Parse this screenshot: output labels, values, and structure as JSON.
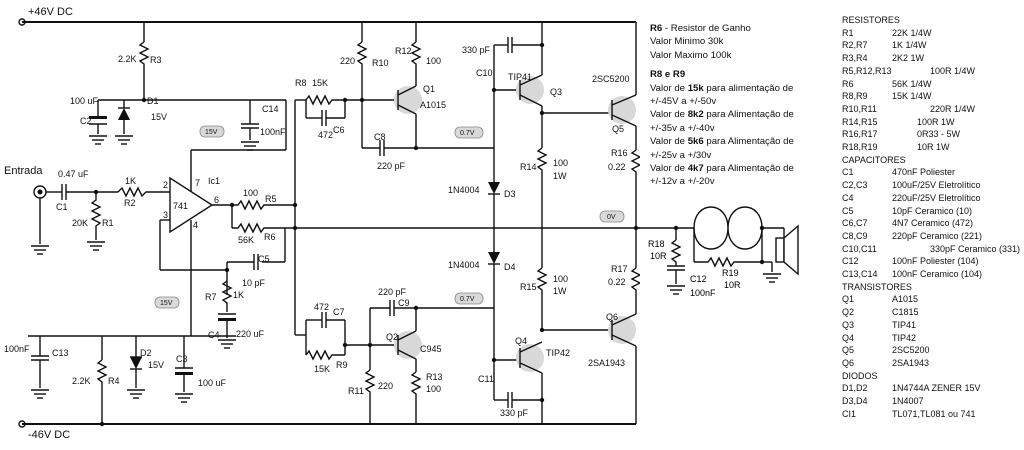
{
  "rails": {
    "pos": "+46V DC",
    "neg": "-46V DC"
  },
  "input_label": "Entrada",
  "badges": {
    "v15a": "15V",
    "v15b": "15V",
    "v07a": "0.7V",
    "v07b": "0.7V",
    "v0": "0V"
  },
  "labels": {
    "R1": "R1",
    "R1v": "20K",
    "C1": "C1",
    "C1v": "0.47 uF",
    "R2": "R2",
    "R2v": "1K",
    "C2": "C2",
    "C2v": "100 uF",
    "D1": "D1",
    "D1v": "15V",
    "R3": "R3",
    "R3v": "2.2K",
    "C14": "C14",
    "C14v": "100nF",
    "ic": "Ic1",
    "icv": "741",
    "p2": "2",
    "p3": "3",
    "p4": "4",
    "p6": "6",
    "p7": "7",
    "R5": "R5",
    "R5v": "100",
    "R6": "R6",
    "R6v": "56K",
    "C5": "C5",
    "C5v": "10 pF",
    "R7": "R7",
    "R7v": "1K",
    "C4": "C4",
    "C4v": "220 uF",
    "C13": "C13",
    "C13v": "100nF",
    "R4": "R4",
    "R4v": "2.2K",
    "D2": "D2",
    "D2v": "15V",
    "C3": "C3",
    "C3v": "100 uF",
    "R8": "R8",
    "R8v": "15K",
    "C6": "C6",
    "C6v": "472",
    "R10": "R10",
    "R10v": "220",
    "R12": "R12",
    "R12v": "100",
    "Q1": "Q1",
    "Q1v": "A1015",
    "C8": "C8",
    "C8v": "220 pF",
    "C7": "C7",
    "C7v": "472",
    "R9": "R9",
    "R9v": "15K",
    "C9": "C9",
    "C9v": "220 pF",
    "Q2": "Q2",
    "Q2v": "C945",
    "R11": "R11",
    "R11v": "220",
    "R13": "R13",
    "R13v": "100",
    "C10": "C10",
    "C10v": "330 pF",
    "Q3": "Q3",
    "Q3v": "TIP41",
    "D3": "D3",
    "D3v": "1N4004",
    "D4": "D4",
    "D4v": "1N4004",
    "R14": "R14",
    "R14v": "100",
    "R14w": "1W",
    "R15": "R15",
    "R15v": "100",
    "R15w": "1W",
    "Q4": "Q4",
    "Q4v": "TIP42",
    "C11": "C11",
    "C11v": "330 pF",
    "Q5": "Q5",
    "Q5v": "2SC5200",
    "Q6": "Q6",
    "Q6v": "2SA1943",
    "R16": "R16",
    "R16v": "0.22",
    "R17": "R17",
    "R17v": "0.22",
    "R18": "R18",
    "R18v": "10R",
    "C12": "C12",
    "C12v": "100nF",
    "R19": "R19",
    "R19v": "10R"
  },
  "notes": {
    "r6_head": "R6",
    "r6_tail": " - Resistor de Ganho",
    "r6_min": "Valor Minimo 30k",
    "r6_max": "Valor Maximo 100k",
    "r8r9_head": "R8 e R9",
    "items": [
      {
        "pre": "Valor de ",
        "val": "15k",
        "post": " para alimentação de",
        "range": "+/-45V a +/-50v"
      },
      {
        "pre": "Valor de ",
        "val": "8k2",
        "post": " para Alimentação de",
        "range": "+/-35v a +/-40v"
      },
      {
        "pre": "Valor de ",
        "val": "5k6",
        "post": " para Alimentação de",
        "range": "+/-25v a +/30v"
      },
      {
        "pre": "Valor de ",
        "val": "4k7",
        "post": " para Alimentação de",
        "range": "+/-12v a +/-20v"
      }
    ]
  },
  "bom": {
    "res_head": "RESISTORES",
    "resistors": [
      {
        "ref": "R1",
        "val": "22K 1/4W",
        "w": ""
      },
      {
        "ref": "R2,R7",
        "val": "1K 1/4W",
        "w": ""
      },
      {
        "ref": "R3,R4",
        "val": "2K2 1W",
        "w": ""
      },
      {
        "ref": "R5,R12,R13",
        "val": "100R 1/4W",
        "w": "w4"
      },
      {
        "ref": "R6",
        "val": "56K 1/4W",
        "w": ""
      },
      {
        "ref": "R8,R9",
        "val": "15K 1/4W",
        "w": ""
      },
      {
        "ref": "R10,R11",
        "val": "220R 1/4W",
        "w": "w4"
      },
      {
        "ref": "R14,R15",
        "val": "100R 1W",
        "w": "w3"
      },
      {
        "ref": "R16,R17",
        "val": "0R33 - 5W",
        "w": "w3"
      },
      {
        "ref": "R18,R19",
        "val": "10R 1W",
        "w": "w3"
      }
    ],
    "cap_head": "CAPACITORES",
    "capacitors": [
      {
        "ref": "C1",
        "val": "470nF Poliester",
        "w": ""
      },
      {
        "ref": "C2,C3",
        "val": "100uF/25V Eletrolítico",
        "w": ""
      },
      {
        "ref": "C4",
        "val": "220uF/25V Eletrolítico",
        "w": ""
      },
      {
        "ref": "C5",
        "val": "10pF Ceramico (10)",
        "w": ""
      },
      {
        "ref": "C6,C7",
        "val": "4N7 Ceramico (472)",
        "w": ""
      },
      {
        "ref": "C8,C9",
        "val": "220pF Ceramico (221)",
        "w": ""
      },
      {
        "ref": "C10,C11",
        "val": "330pF Ceramico (331)",
        "w": "w4"
      },
      {
        "ref": "C12",
        "val": "100nF Poliester (104)",
        "w": ""
      },
      {
        "ref": "C13,C14",
        "val": "100nF Ceramico (104)",
        "w": ""
      }
    ],
    "tr_head": "TRANSISTORES",
    "transistors": [
      {
        "ref": "Q1",
        "val": "A1015",
        "w": ""
      },
      {
        "ref": "Q2",
        "val": "C1815",
        "w": ""
      },
      {
        "ref": "Q3",
        "val": "TIP41",
        "w": ""
      },
      {
        "ref": "Q4",
        "val": "TIP42",
        "w": ""
      },
      {
        "ref": "Q5",
        "val": "2SC5200",
        "w": ""
      },
      {
        "ref": "Q6",
        "val": "2SA1943",
        "w": ""
      }
    ],
    "di_head": "DIODOS",
    "diodes": [
      {
        "ref": "D1,D2",
        "val": "1N4744A ZENER 15V",
        "w": ""
      },
      {
        "ref": "D3,D4",
        "val": "1N4007",
        "w": ""
      },
      {
        "ref": "CI1",
        "val": "TL071,TL081 ou 741",
        "w": ""
      }
    ]
  }
}
